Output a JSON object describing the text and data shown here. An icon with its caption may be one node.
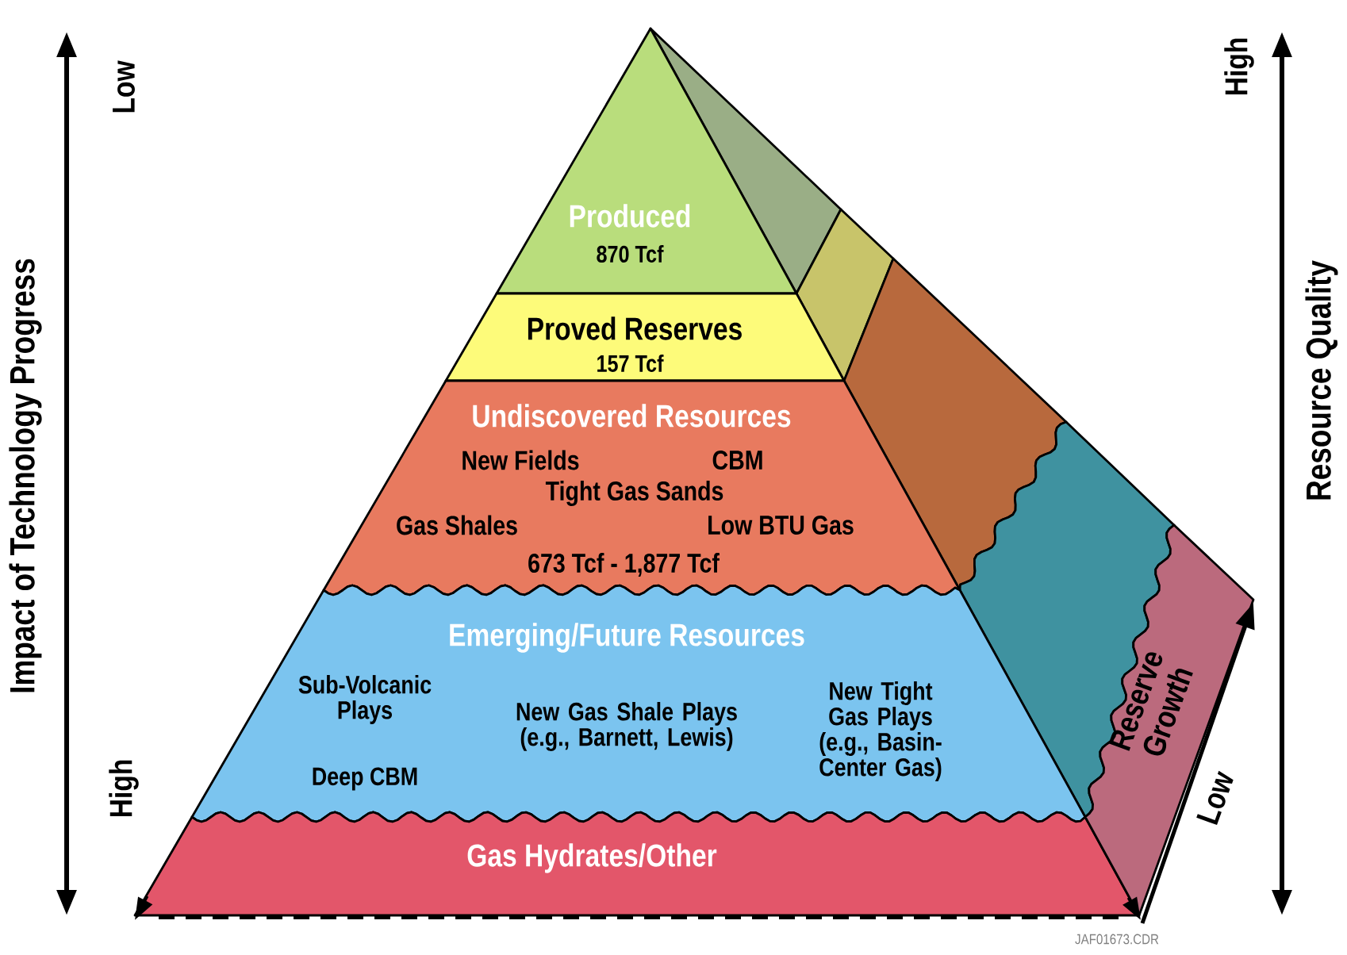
{
  "diagram": {
    "nodes": [
      {
        "text": [
          "Produced",
          "870 Tcf"
        ]
      },
      {
        "text": [
          "Proved Reserves",
          "157 Tcf"
        ]
      },
      {
        "text": [
          "Undiscovered Resources",
          "New Fields",
          "CBM",
          "Tight Gas Sands",
          "Gas Shales",
          "Low BTU Gas",
          "673 Tcf - 1,877 Tcf"
        ]
      },
      {
        "text": [
          "Emerging/Future Resources",
          "Sub-Volcanic Plays",
          "New Gas Shale Plays (e.g., Barnett, Lewis)",
          "New Tight Gas Plays (e.g., Basin-Center Gas)",
          "Deep CBM"
        ]
      },
      {
        "text": [
          "Gas Hydrates/Other"
        ]
      },
      {
        "text": [
          "Reserve Growth"
        ]
      }
    ],
    "labels": [
      "Low",
      "High",
      "Impact of Technology Progress",
      "Resource Quality",
      "High",
      "Low",
      "JAF01673.CDR"
    ]
  }
}
